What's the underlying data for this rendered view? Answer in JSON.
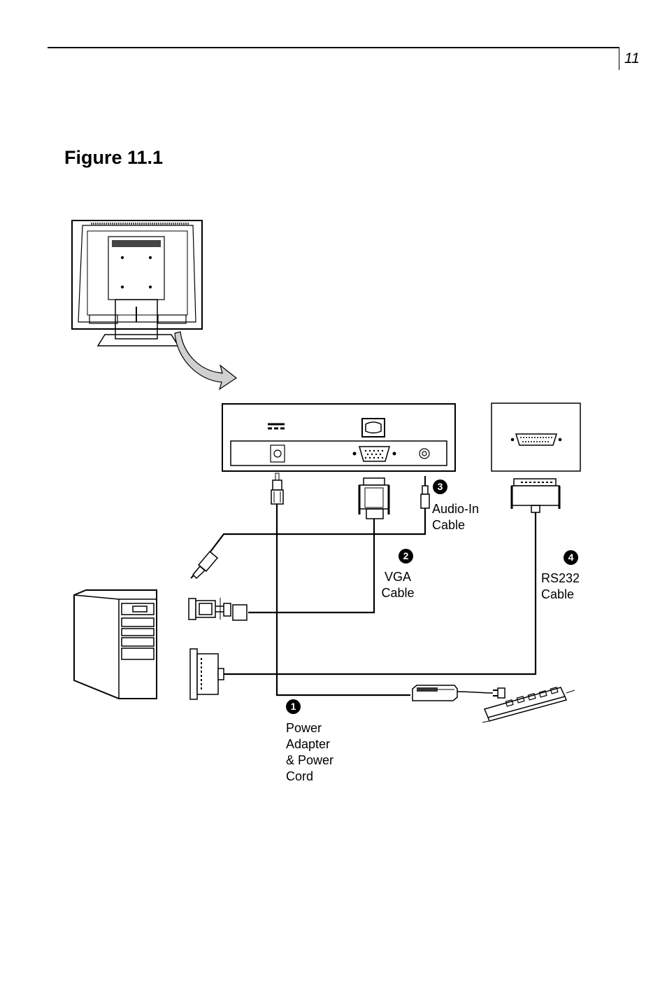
{
  "page": {
    "number": "11"
  },
  "figure": {
    "title": "Figure 11.1"
  },
  "callouts": {
    "power": {
      "number": "1",
      "label_lines": [
        "Power",
        "Adapter",
        "& Power",
        "Cord"
      ]
    },
    "vga": {
      "number": "2",
      "label_lines": [
        "VGA",
        "Cable"
      ]
    },
    "audio": {
      "number": "3",
      "label_lines": [
        "Audio-In",
        "Cable"
      ]
    },
    "rs232": {
      "number": "4",
      "label_lines": [
        "RS232",
        "Cable"
      ]
    }
  }
}
